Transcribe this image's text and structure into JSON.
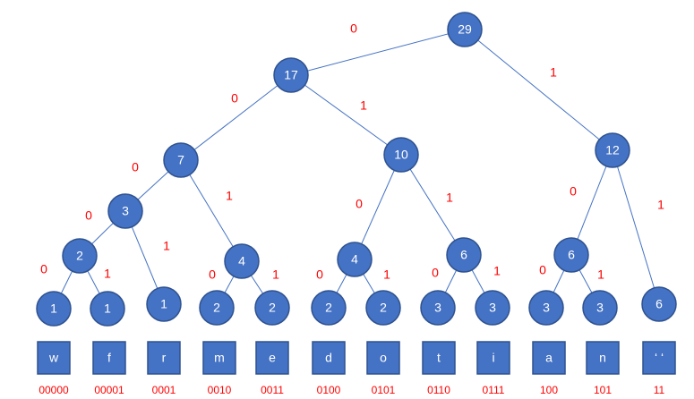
{
  "colors": {
    "node": "#4472C4",
    "node_border": "#2F528F",
    "edge": "#4472C4",
    "label": "#FF0000"
  },
  "tree": {
    "nodes": [
      {
        "id": "n29",
        "value": "29"
      },
      {
        "id": "n17",
        "value": "17"
      },
      {
        "id": "n12",
        "value": "12"
      },
      {
        "id": "n7",
        "value": "7"
      },
      {
        "id": "n10",
        "value": "10"
      },
      {
        "id": "n3",
        "value": "3"
      },
      {
        "id": "n4a",
        "value": "4"
      },
      {
        "id": "n4b",
        "value": "4"
      },
      {
        "id": "n6a",
        "value": "6"
      },
      {
        "id": "n6b",
        "value": "6"
      },
      {
        "id": "n2a",
        "value": "2"
      },
      {
        "id": "l1a",
        "value": "1"
      },
      {
        "id": "l1b",
        "value": "1"
      },
      {
        "id": "l1c",
        "value": "1"
      },
      {
        "id": "l2a",
        "value": "2"
      },
      {
        "id": "l2b",
        "value": "2"
      },
      {
        "id": "l2c",
        "value": "2"
      },
      {
        "id": "l2d",
        "value": "2"
      },
      {
        "id": "l3a",
        "value": "3"
      },
      {
        "id": "l3b",
        "value": "3"
      },
      {
        "id": "l3c",
        "value": "3"
      },
      {
        "id": "l3d",
        "value": "3"
      },
      {
        "id": "l6",
        "value": "6"
      }
    ],
    "edges": [
      {
        "from": "n29",
        "to": "n17",
        "bit": "0"
      },
      {
        "from": "n29",
        "to": "n12",
        "bit": "1"
      },
      {
        "from": "n17",
        "to": "n7",
        "bit": "0"
      },
      {
        "from": "n17",
        "to": "n10",
        "bit": "1"
      },
      {
        "from": "n7",
        "to": "n3",
        "bit": "0"
      },
      {
        "from": "n7",
        "to": "n4a",
        "bit": "1"
      },
      {
        "from": "n3",
        "to": "n2a",
        "bit": "0"
      },
      {
        "from": "n3",
        "to": "l1c",
        "bit": "1"
      },
      {
        "from": "n2a",
        "to": "l1a",
        "bit": "0"
      },
      {
        "from": "n2a",
        "to": "l1b",
        "bit": "1"
      },
      {
        "from": "n4a",
        "to": "l2a",
        "bit": "0"
      },
      {
        "from": "n4a",
        "to": "l2b",
        "bit": "1"
      },
      {
        "from": "n10",
        "to": "n4b",
        "bit": "0"
      },
      {
        "from": "n10",
        "to": "n6a",
        "bit": "1"
      },
      {
        "from": "n4b",
        "to": "l2c",
        "bit": "0"
      },
      {
        "from": "n4b",
        "to": "l2d",
        "bit": "1"
      },
      {
        "from": "n6a",
        "to": "l3a",
        "bit": "0"
      },
      {
        "from": "n6a",
        "to": "l3b",
        "bit": "1"
      },
      {
        "from": "n12",
        "to": "n6b",
        "bit": "0"
      },
      {
        "from": "n12",
        "to": "l6",
        "bit": "1"
      },
      {
        "from": "n6b",
        "to": "l3c",
        "bit": "0"
      },
      {
        "from": "n6b",
        "to": "l3d",
        "bit": "1"
      }
    ]
  },
  "symbols": [
    {
      "char": "w",
      "code": "00000"
    },
    {
      "char": "f",
      "code": "00001"
    },
    {
      "char": "r",
      "code": "0001"
    },
    {
      "char": "m",
      "code": "0010"
    },
    {
      "char": "e",
      "code": "0011"
    },
    {
      "char": "d",
      "code": "0100"
    },
    {
      "char": "o",
      "code": "0101"
    },
    {
      "char": "t",
      "code": "0110"
    },
    {
      "char": "i",
      "code": "0111"
    },
    {
      "char": "a",
      "code": "100"
    },
    {
      "char": "n",
      "code": "101"
    },
    {
      "char": "‘ ‘",
      "code": "11"
    }
  ]
}
